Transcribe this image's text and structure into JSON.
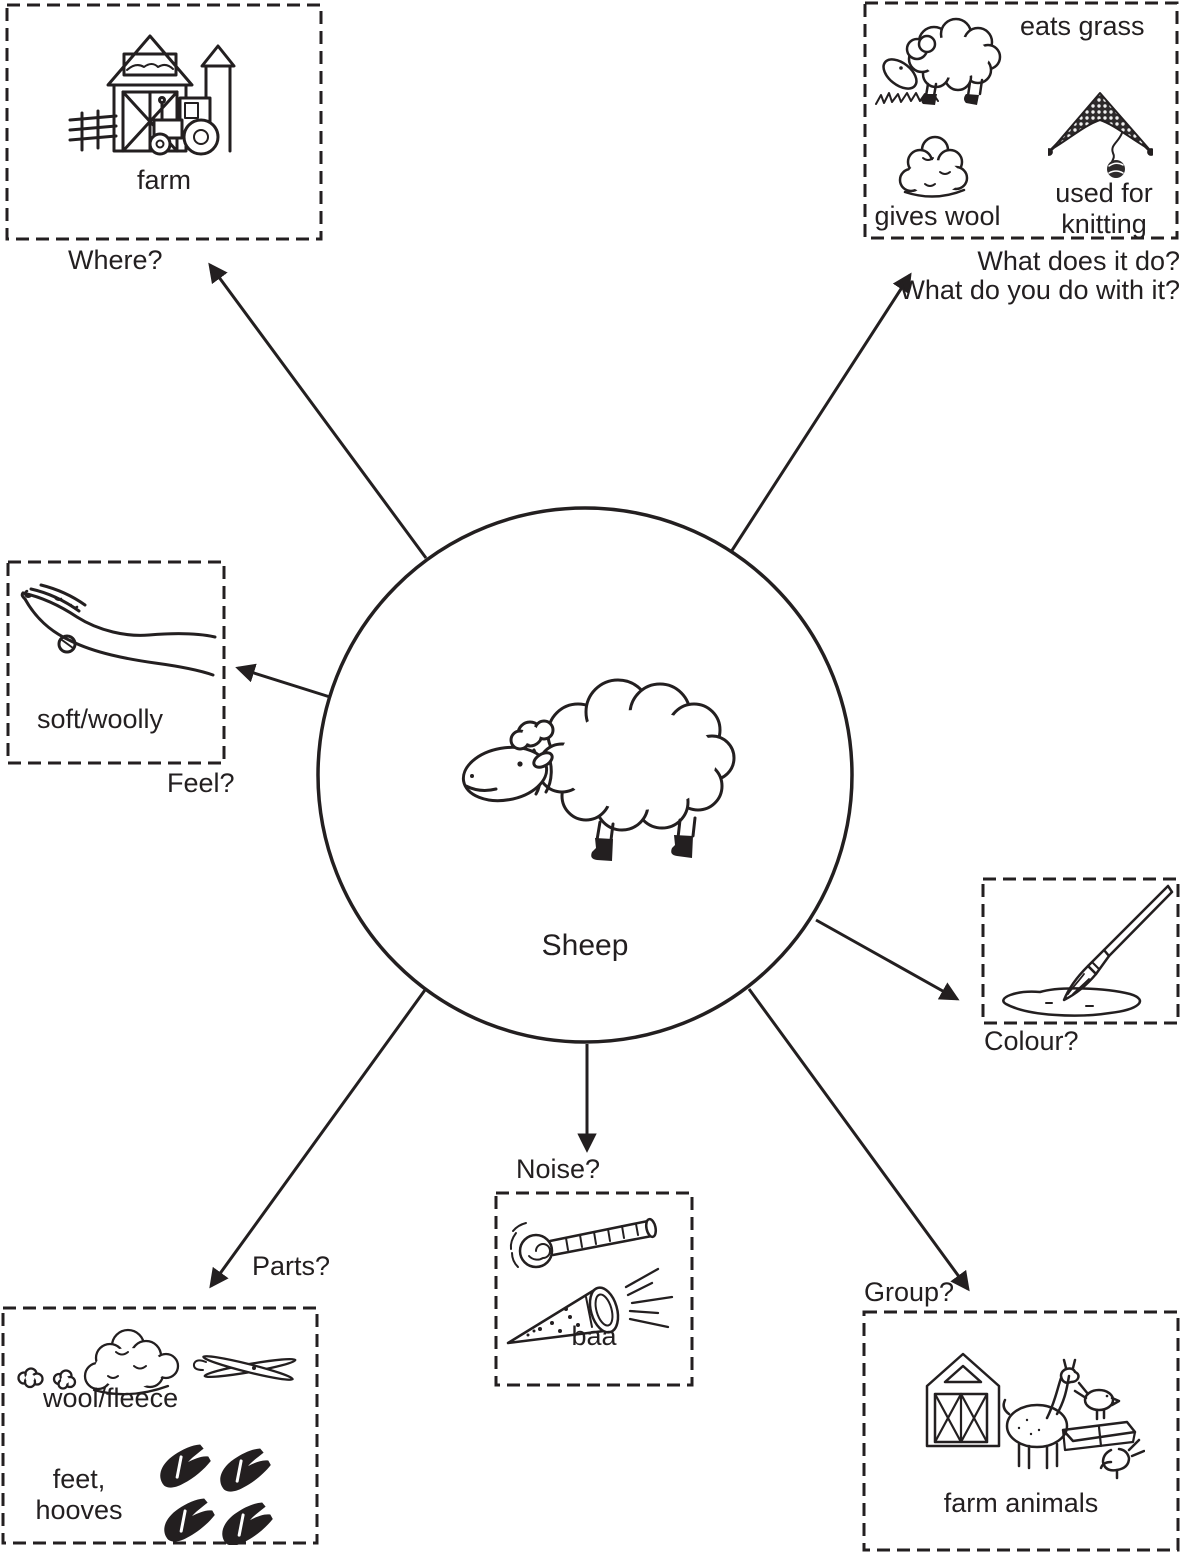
{
  "title": "Sheep",
  "colors": {
    "ink": "#231f20",
    "paper": "#ffffff"
  },
  "center": {
    "label": "Sheep"
  },
  "where": {
    "question": "Where?",
    "item": "farm"
  },
  "what": {
    "question_line1": "What does it do?",
    "question_line2": "What do you do with it?",
    "item_eats": "eats grass",
    "item_wool": "gives wool",
    "item_knit_line1": "used for",
    "item_knit_line2": "knitting"
  },
  "feel": {
    "question": "Feel?",
    "item": "soft/woolly"
  },
  "colour": {
    "question": "Colour?"
  },
  "noise": {
    "question": "Noise?",
    "item": "baa"
  },
  "parts": {
    "question": "Parts?",
    "item_wool": "wool/fleece",
    "item_feet_line1": "feet,",
    "item_feet_line2": "hooves"
  },
  "group": {
    "question": "Group?",
    "item": "farm animals"
  },
  "icons": {
    "center": "sheep-icon",
    "where": "farm-barn-tractor-icon",
    "what_items": [
      "grazing-sheep-icon",
      "wool-pile-icon",
      "knitting-icon"
    ],
    "feel": "stroking-hand-icon",
    "colour": "paintbrush-icon",
    "noise": "party-blower-horn-icon",
    "parts_items": [
      "fleece-shears-icon",
      "hoofprints-icon"
    ],
    "group": "farm-animals-icon"
  }
}
